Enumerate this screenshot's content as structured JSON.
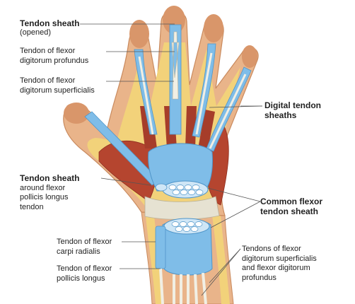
{
  "labels": {
    "tendon_sheath_opened": {
      "title": "Tendon sheath",
      "sub": "(opened)"
    },
    "flexor_profundus": {
      "line1": "Tendon of flexor",
      "line2": "digitorum profundus"
    },
    "flexor_superficialis": {
      "line1": "Tendon of flexor",
      "line2": "digitorum superficialis"
    },
    "digital_tendon_sheaths": {
      "line1": "Digital tendon",
      "line2": "sheaths"
    },
    "tendon_sheath_pollicis": {
      "title": "Tendon sheath",
      "line1": "around flexor",
      "line2": "pollicis longus",
      "line3": "tendon"
    },
    "common_flexor_sheath": {
      "line1": "Common flexor",
      "line2": "tendon sheath"
    },
    "flexor_carpi_radialis": {
      "line1": "Tendon of flexor",
      "line2": "carpi radialis"
    },
    "flexor_pollicis_longus": {
      "line1": "Tendon of flexor",
      "line2": "pollicis longus"
    },
    "tendons_flexor_digitorum": {
      "line1": "Tendons of flexor",
      "line2": "digitorum superficialis",
      "line3": "and flexor digitorum",
      "line4": "profundus"
    }
  },
  "colors": {
    "skin": "#e9b48a",
    "skin_shade": "#d9966a",
    "fat": "#f2d27a",
    "muscle": "#b5452f",
    "muscle_dark": "#8e2e1f",
    "sheath": "#7fbde8",
    "sheath_dark": "#4f95c9",
    "tendon": "#f1efe4",
    "ligament": "#e6e2d2",
    "leader": "#555555"
  }
}
